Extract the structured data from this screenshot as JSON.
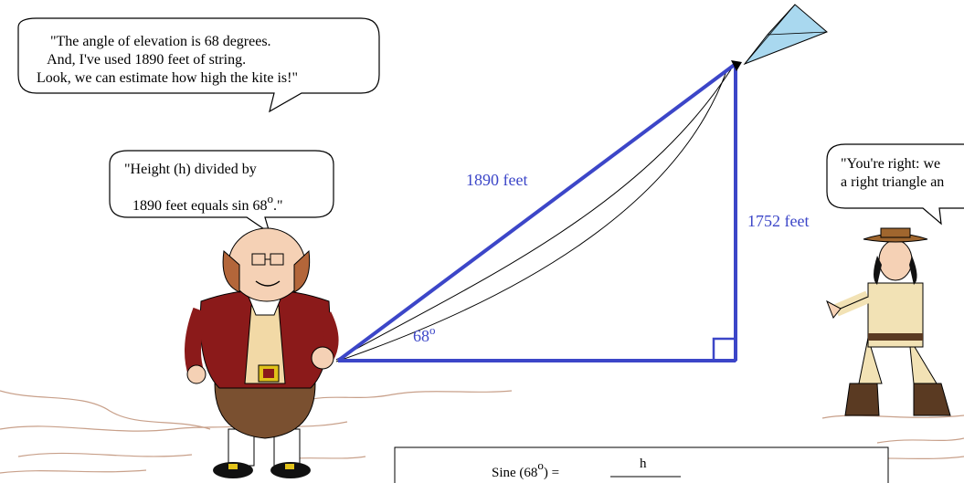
{
  "speech": {
    "left_top": {
      "line1": "\"The angle of elevation is 68 degrees.",
      "line2": " And, I've used 1890 feet of string.",
      "line3": "Look, we can estimate how high the kite is!\""
    },
    "ben": {
      "line1": "\"Height (h) divided by",
      "line2a": "1890 feet equals sin 68",
      "line2_deg": "o",
      "line2b": ".\""
    },
    "right": {
      "line1": "\"You're right: we",
      "line2": "a right triangle an"
    }
  },
  "triangle": {
    "hypotenuse_label": "1890 feet",
    "height_label": "1752 feet",
    "angle_value": "68",
    "angle_deg": "o"
  },
  "formula": {
    "prefix": "Sine (68",
    "deg": "o",
    "suffix": ") =",
    "numerator": "h"
  },
  "colors": {
    "triangle": "#3c46c8",
    "kite": "#a9d8ef",
    "ground": "#c8a08a"
  }
}
